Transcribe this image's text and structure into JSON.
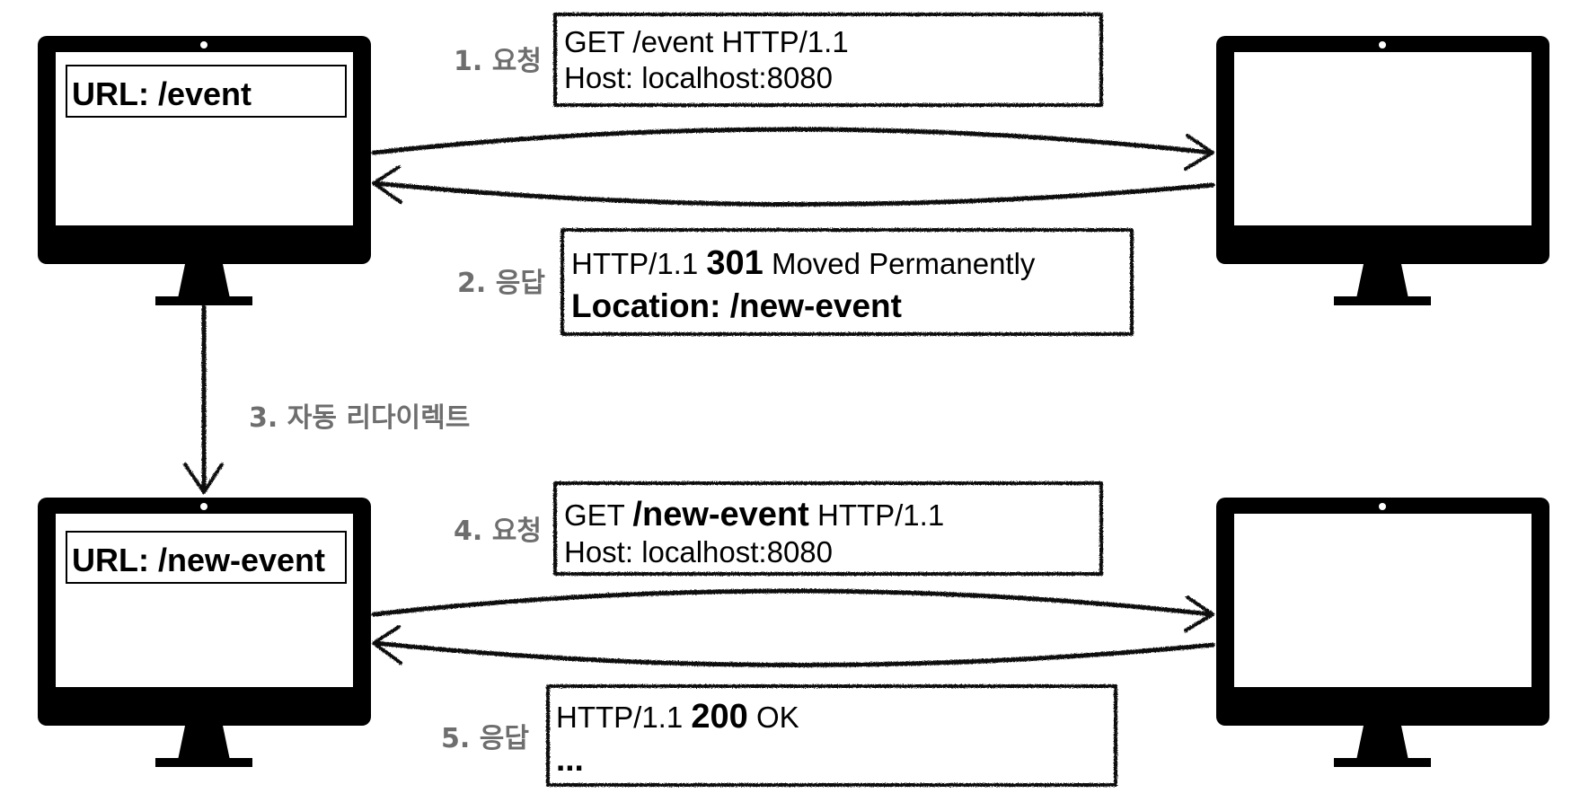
{
  "clients": [
    {
      "url_label": "URL: /event"
    },
    {
      "url_label": "URL: /new-event"
    }
  ],
  "steps": [
    {
      "label": "1. 요청"
    },
    {
      "label": "2. 응답"
    },
    {
      "label": "3. 자동 리다이렉트"
    },
    {
      "label": "4. 요청"
    },
    {
      "label": "5. 응답"
    }
  ],
  "messages": {
    "request_1": {
      "line1": "GET /event HTTP/1.1",
      "line2": "Host: localhost:8080"
    },
    "response_1": {
      "line1_prefix": "HTTP/1.1 ",
      "line1_code": "301",
      "line1_suffix": " Moved Permanently",
      "line2": "Location: /new-event"
    },
    "request_2": {
      "line1_prefix": "GET ",
      "line1_path": "/new-event",
      "line1_suffix": " HTTP/1.1",
      "line2": "Host: localhost:8080"
    },
    "response_2": {
      "line1_prefix": "HTTP/1.1 ",
      "line1_code": "200",
      "line1_suffix": " OK",
      "line2": "..."
    }
  },
  "colors": {
    "monitor": "#000000",
    "label_gray": "#6e6e6e",
    "background": "#ffffff"
  }
}
